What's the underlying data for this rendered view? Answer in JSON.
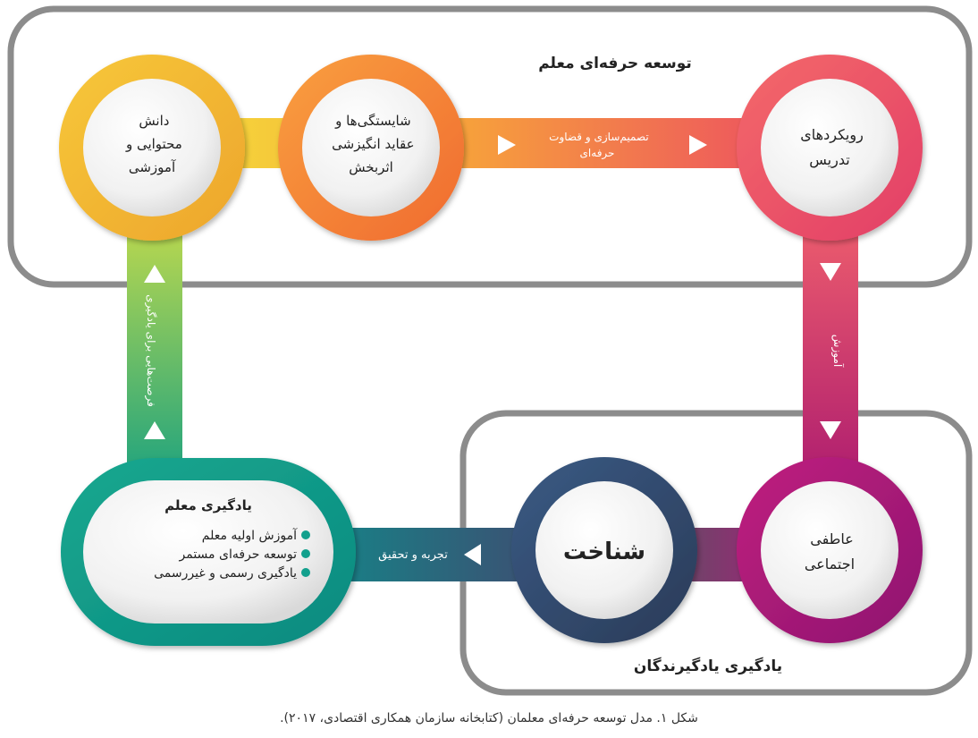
{
  "diagram": {
    "region_top_label": "توسعه حرفه‌ای معلم",
    "region_bottom_label": "یادگیری یادگیرندگان",
    "nodes": {
      "teaching_approaches": [
        "رویکردهای",
        "تدریس"
      ],
      "competencies": [
        "شایستگی‌ها و",
        "عقاید انگیزشی",
        "اثربخش"
      ],
      "content_knowledge": [
        "دانش",
        "محتوایی و",
        "آموزشی"
      ],
      "socio_emotional": [
        "عاطفی",
        "اجتماعی"
      ],
      "cognition": "شناخت",
      "teacher_learning": {
        "title": "یادگیری معلم",
        "items": [
          "آموزش اولیه معلم",
          "توسعه حرفه‌ای مستمر",
          "یادگیری رسمی و غیررسمی"
        ]
      }
    },
    "connectors": {
      "decision_making": [
        "تصمیم‌سازی و قضاوت",
        "حرفه‌ای"
      ],
      "teaching": "آموزش",
      "experience_research": "تجربه و تحقیق",
      "learning_opportunities": "فرصت‌هایی برای یادگیری"
    },
    "colors": {
      "frame": "#8c8c8c",
      "yellow": "#f5b731",
      "orange": "#f58a3c",
      "red": "#ee4f63",
      "magenta": "#a41978",
      "navy": "#2f4565",
      "teal": "#0f9b8c",
      "green_light": "#a8d44a"
    }
  },
  "caption": "شکل ۱. مدل توسعه حرفه‌ای معلمان (کتابخانه سازمان همکاری اقتصادی، ۲۰۱۷)."
}
